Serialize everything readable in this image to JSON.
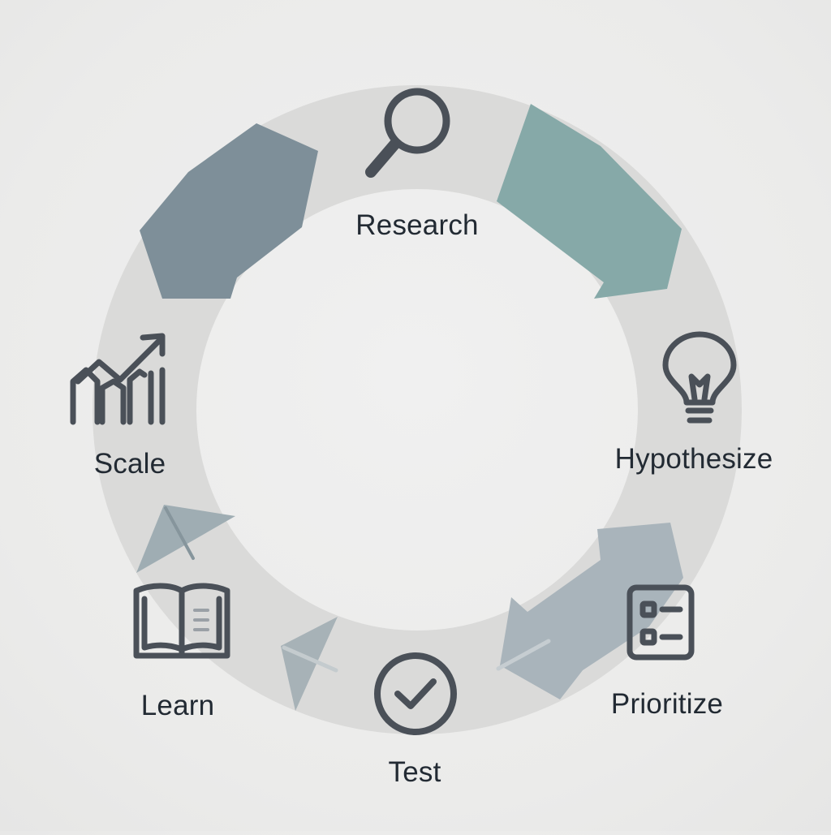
{
  "colors": {
    "background": "#ebebea",
    "ring": "#dadad9",
    "arrow_blue_gray": "#7e8f99",
    "arrow_teal": "#86a9a8",
    "arrow_light": "#a9b4bb",
    "arrow_faint": "#9fadb3",
    "icon_stroke": "#4a5058",
    "label": "#222a33"
  },
  "stages": [
    {
      "label": "Research",
      "icon": "magnifying-glass-icon"
    },
    {
      "label": "Hypothesize",
      "icon": "lightbulb-icon"
    },
    {
      "label": "Prioritize",
      "icon": "checklist-icon"
    },
    {
      "label": "Test",
      "icon": "check-circle-icon"
    },
    {
      "label": "Learn",
      "icon": "open-book-icon"
    },
    {
      "label": "Scale",
      "icon": "growth-chart-icon"
    }
  ]
}
